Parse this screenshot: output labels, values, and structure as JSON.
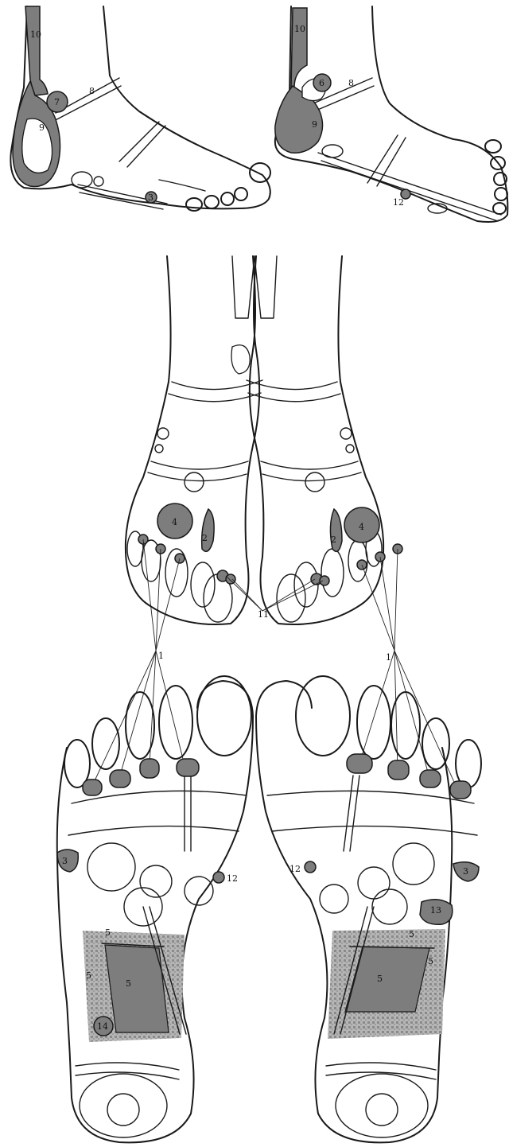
{
  "colors": {
    "zone": "#7d7d7d",
    "zone_light": "#b9b9b9",
    "outline": "#1a1a1a",
    "background": "#ffffff"
  },
  "labels": {
    "l1_left": "1",
    "l1_right": "1",
    "l2_left": "2",
    "l2_right": "2",
    "l3_side": "3",
    "l3_sole_left": "3",
    "l3_sole_right": "3",
    "l4_left": "4",
    "l4_right": "4",
    "l5_a": "5",
    "l5_b": "5",
    "l5_c": "5",
    "l5_d": "5",
    "l5_e": "5",
    "l5_f": "5",
    "l6": "6",
    "l7": "7",
    "l8_a": "8",
    "l8_b": "8",
    "l9_a": "9",
    "l9_b": "9",
    "l10_a": "10",
    "l10_b": "10",
    "l11": "11",
    "l12_side": "12",
    "l12_sole_left": "12",
    "l12_sole_right": "12",
    "l13": "13",
    "l14": "14"
  }
}
